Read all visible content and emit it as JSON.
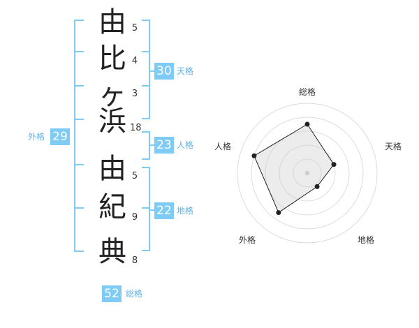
{
  "name": {
    "chars": [
      {
        "char": "由",
        "strokes": "5"
      },
      {
        "char": "比",
        "strokes": "4"
      },
      {
        "char": "ヶ",
        "strokes": "3"
      },
      {
        "char": "浜",
        "strokes": "18"
      },
      {
        "char": "由",
        "strokes": "5"
      },
      {
        "char": "紀",
        "strokes": "9"
      },
      {
        "char": "典",
        "strokes": "8"
      }
    ]
  },
  "kakusu": {
    "tenkaku": {
      "value": "30",
      "label": "天格"
    },
    "jinkaku": {
      "value": "23",
      "label": "人格"
    },
    "chikaku": {
      "value": "22",
      "label": "地格"
    },
    "gaikaku": {
      "value": "29",
      "label": "外格"
    },
    "soukaku": {
      "value": "52",
      "label": "総格"
    }
  },
  "colors": {
    "accent": "#7ecbf6",
    "accent_text": "#5fb3e6"
  },
  "chart_data": {
    "type": "radar",
    "axes": [
      "総格",
      "天格",
      "地格",
      "外格",
      "人格"
    ],
    "values": [
      3.5,
      2.0,
      1.2,
      3.5,
      4.0
    ],
    "max": 5,
    "rings": 5,
    "grid": true
  }
}
